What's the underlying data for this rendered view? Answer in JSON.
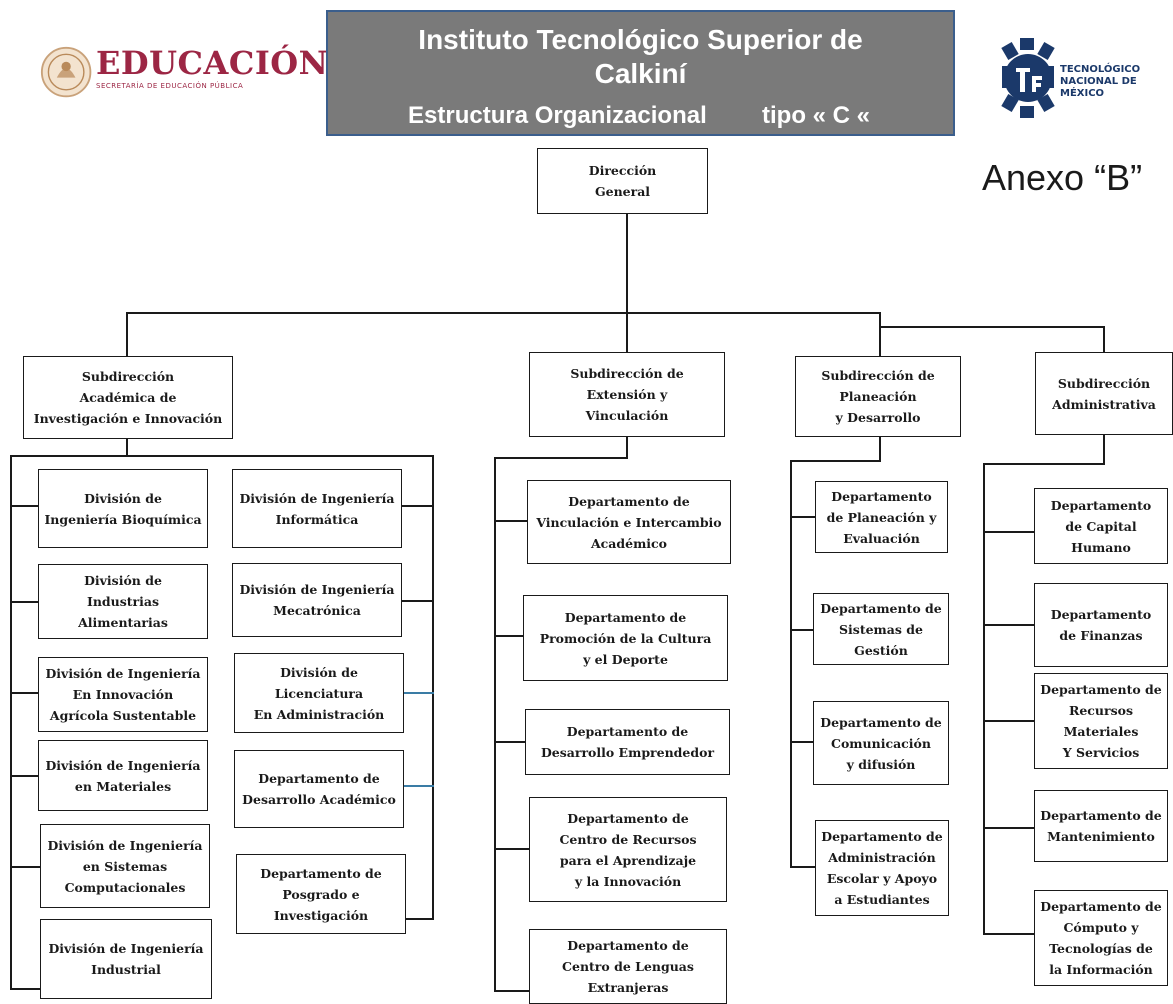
{
  "header": {
    "title_line1": "Instituto Tecnológico Superior de",
    "title_line2": "Calkiní",
    "subtitle": "Estructura Organizacional",
    "type": "tipo « C «",
    "annex": "Anexo “B”",
    "colors": {
      "banner": "#7a7a7a",
      "banner_border": "#3b5e8c",
      "sep_red": "#9c2644",
      "tecnm_blue": "#1b396a"
    }
  },
  "logos": {
    "left": {
      "icon": "sep-seal-icon",
      "text": "EDUCACIÓN",
      "subtext": "SECRETARÍA DE EDUCACIÓN PÚBLICA"
    },
    "right": {
      "icon": "tecnm-gear-icon",
      "text_line1": "TECNOLÓGICO",
      "text_line2": "NACIONAL DE MÉXICO"
    }
  },
  "org": {
    "direccion_general": "Dirección\nGeneral",
    "subdirecciones": {
      "academica": "Subdirección\nAcadémica de\nInvestigación e Innovación",
      "extension": "Subdirección de\nExtensión y\nVinculación",
      "planeacion": "Subdirección de\nPlaneación\ny Desarrollo",
      "administrativa": "Subdirección\nAdministrativa"
    },
    "academica_col1": [
      "División de\nIngeniería Bioquímica",
      "División de\nIndustrias Alimentarias",
      "División de Ingeniería\nEn Innovación\nAgrícola Sustentable",
      "División de Ingeniería\nen Materiales",
      "División de Ingeniería\nen Sistemas\nComputacionales",
      "División de Ingeniería\nIndustrial"
    ],
    "academica_col2": [
      "División de Ingeniería\nInformática",
      "División de Ingeniería\nMecatrónica",
      "División de\nLicenciatura\nEn Administración",
      "Departamento de\nDesarrollo Académico",
      "Departamento de\nPosgrado e\nInvestigación"
    ],
    "extension": [
      "Departamento de\nVinculación e Intercambio\nAcadémico",
      "Departamento de\nPromoción de la Cultura\ny el Deporte",
      "Departamento de\nDesarrollo Emprendedor",
      "Departamento de\nCentro de Recursos\npara el Aprendizaje\ny la Innovación",
      "Departamento de\nCentro de Lenguas\nExtranjeras"
    ],
    "planeacion": [
      "Departamento\nde Planeación y\nEvaluación",
      "Departamento de\nSistemas de\nGestión",
      "Departamento de\nComunicación\ny difusión",
      "Departamento de\nAdministración\nEscolar y Apoyo\na Estudiantes"
    ],
    "administrativa": [
      "Departamento\nde Capital\nHumano",
      "Departamento\nde Finanzas",
      "Departamento de\nRecursos\nMateriales\nY Servicios",
      "Departamento de\nMantenimiento",
      "Departamento de\nCómputo y\nTecnologías de\nla Información"
    ]
  }
}
